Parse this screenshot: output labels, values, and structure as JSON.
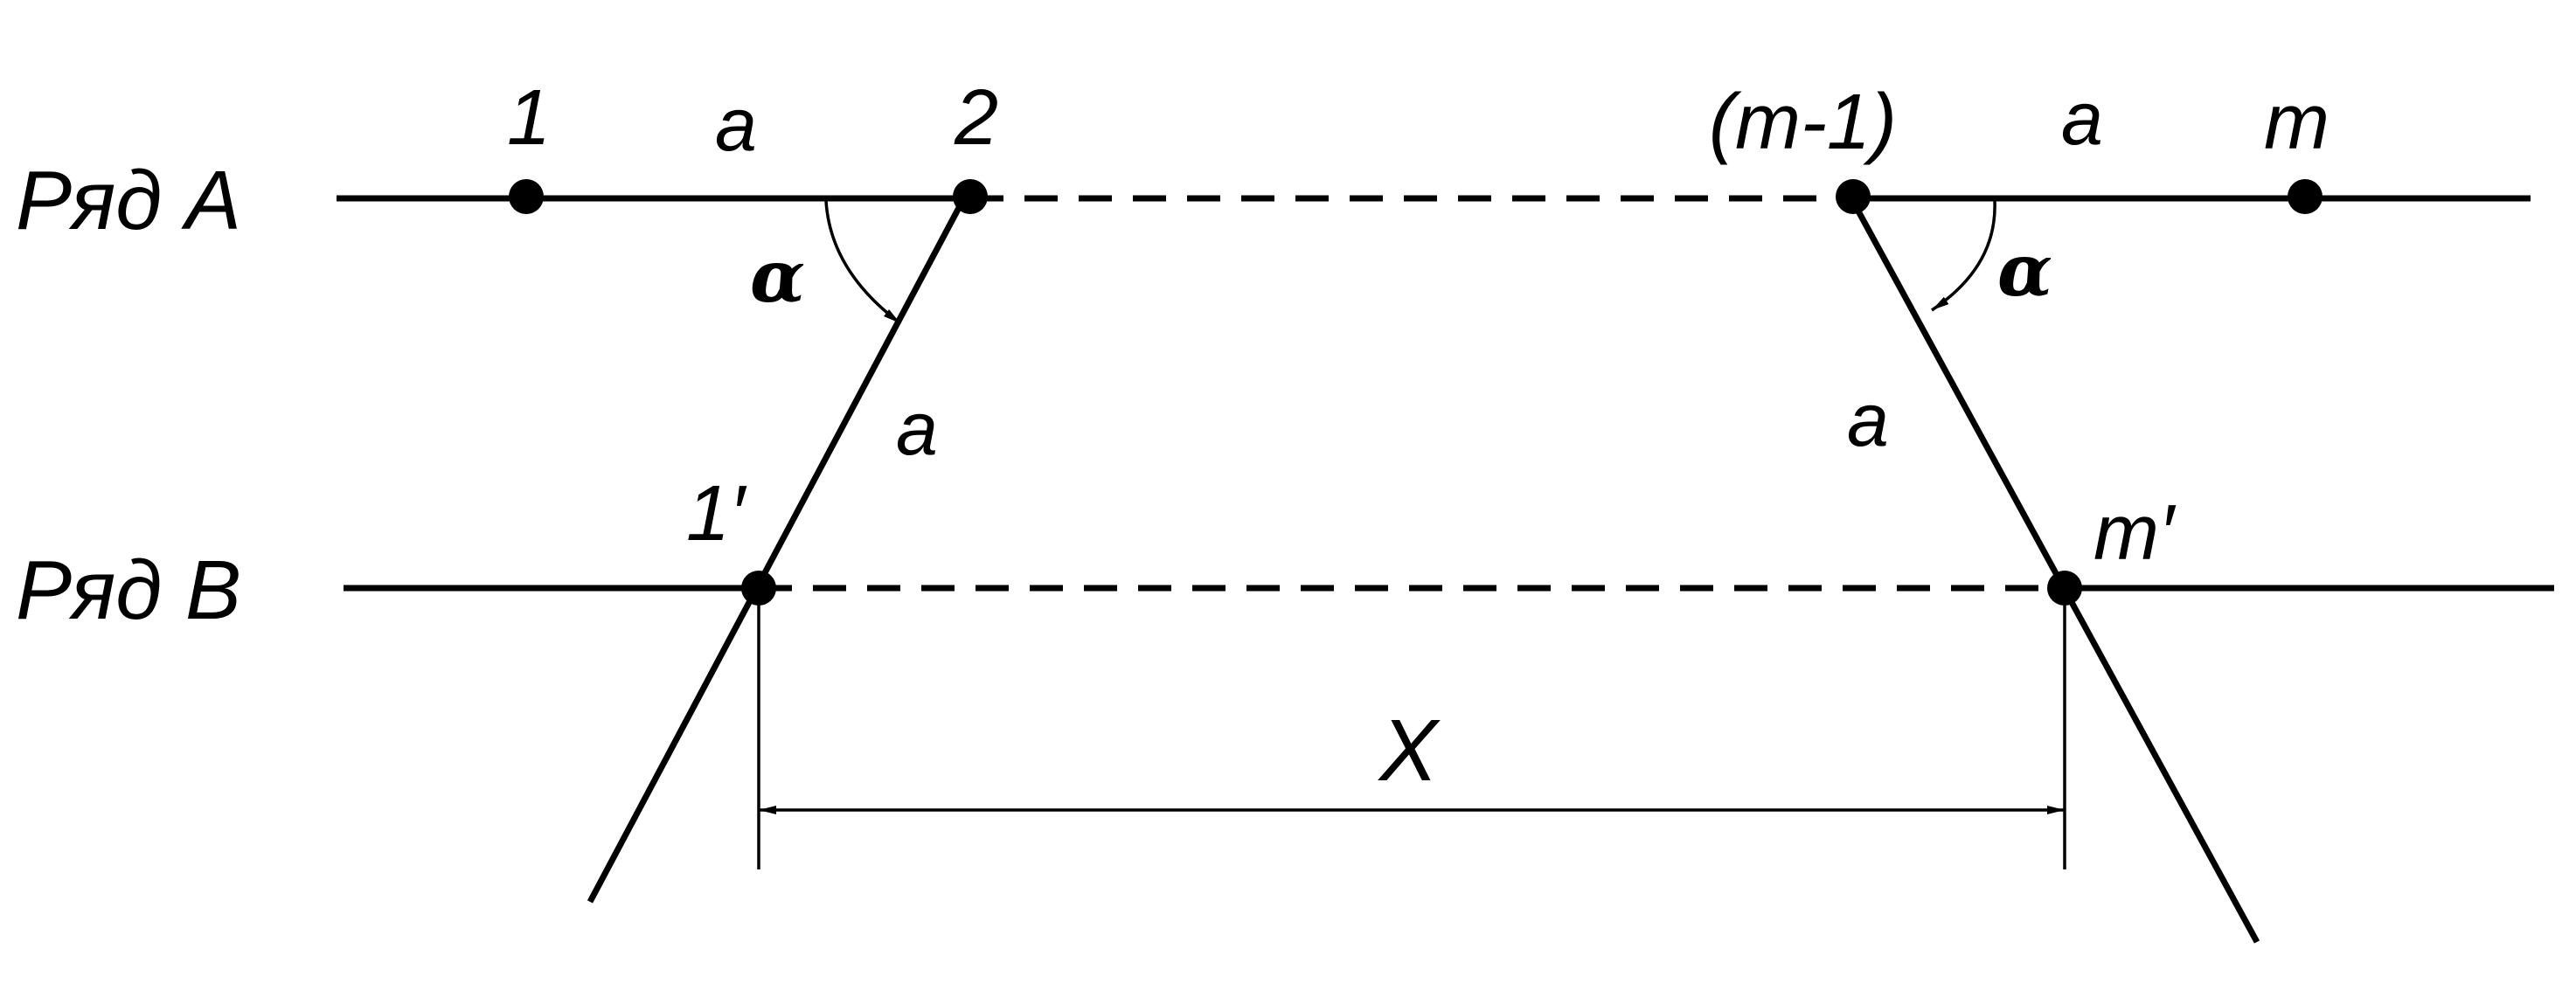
{
  "rows": {
    "a_label": "Ряд A",
    "b_label": "Ряд B"
  },
  "points": {
    "p1": "1",
    "p2": "2",
    "pm1": "(m-1)",
    "pm": "m",
    "p1prime": "1′",
    "pmprime": "m′"
  },
  "segments": {
    "a_left_top": "a",
    "a_right_top": "a",
    "a_left_slant": "a",
    "a_right_slant": "a"
  },
  "angles": {
    "alpha_left": "α",
    "alpha_right": "α"
  },
  "dimension": {
    "x_label": "X"
  }
}
